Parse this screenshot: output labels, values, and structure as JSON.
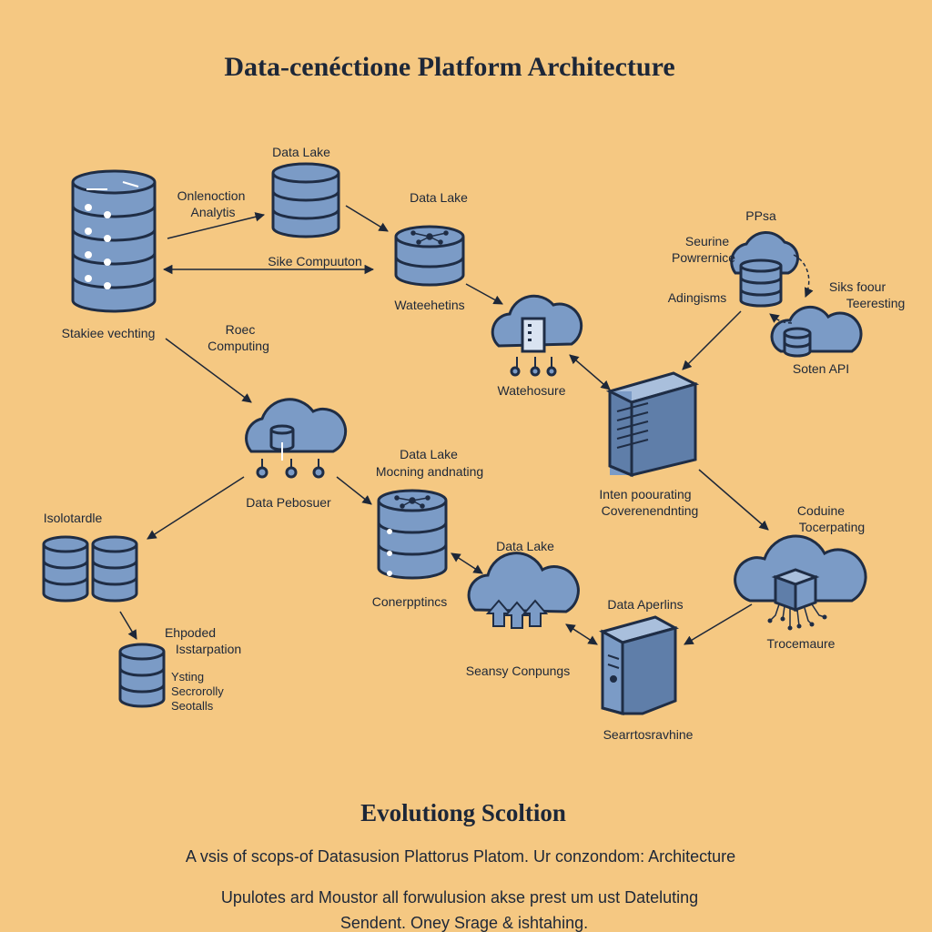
{
  "title": "Data-cenéctione  Platform Architecture",
  "labels": {
    "data_lake_top": "Data Lake",
    "onlenoction_1": "Onlenoction",
    "onlenoction_2": "Analytis",
    "sike_computon": "Sike Compuuton",
    "data_lake_center": "Data Lake",
    "wateehetins": "Wateehetins",
    "stackiee": "Stakiee vechting",
    "roec_1": "Roec",
    "roec_2": "Computing",
    "watehosure": "Watehosure",
    "ppsa": "PPsa",
    "seurine_1": "Seurine",
    "seurine_2": "Powrernice",
    "adingisms": "Adingisms",
    "siks_1": "Siks foour",
    "siks_2": "Teeresting",
    "soten_api": "Soten  API",
    "data_pebosuer": "Data Pebosuer",
    "data_lake_mid_1": "Data Lake",
    "data_lake_mid_2": "Mocning andnating",
    "inten_1": "Inten poourating",
    "inten_2": "Coverenendnting",
    "isolotardle": "Isolotardle",
    "ehpoded_1": "Ehpoded",
    "ehpoded_2": "Isstarpation",
    "ysting_1": "Ysting",
    "ysting_2": "Secrorolly",
    "ysting_3": "Seotalls",
    "conerpptincs": "Conerpptincs",
    "data_lake_low": "Data Lake",
    "seansy": "Seansy Conpungs",
    "data_aperlins": "Data Aperlins",
    "searrtos": "Searrtosravhine",
    "coduine_1": "Coduine",
    "coduine_2": "Tocerpating",
    "trocemaure": "Trocemaure"
  },
  "subtitle": "Evolutiong Scoltion",
  "description_1": "A vsis of scops-of Datasusion Plattorus Platom. Ur conzondom: Architecture",
  "description_2": "Upulotes ard Moustor all forwulusion akse prest um ust Dateluting",
  "description_3": "Sendent. Oney Srage & ishtahing.",
  "colors": {
    "background": "#f5c882",
    "node_fill": "#7b9bc6",
    "node_stroke": "#1f2d45",
    "text": "#1d2738"
  },
  "icons": [
    "database-icon",
    "cloud-icon",
    "server-icon",
    "arrow-icon"
  ]
}
